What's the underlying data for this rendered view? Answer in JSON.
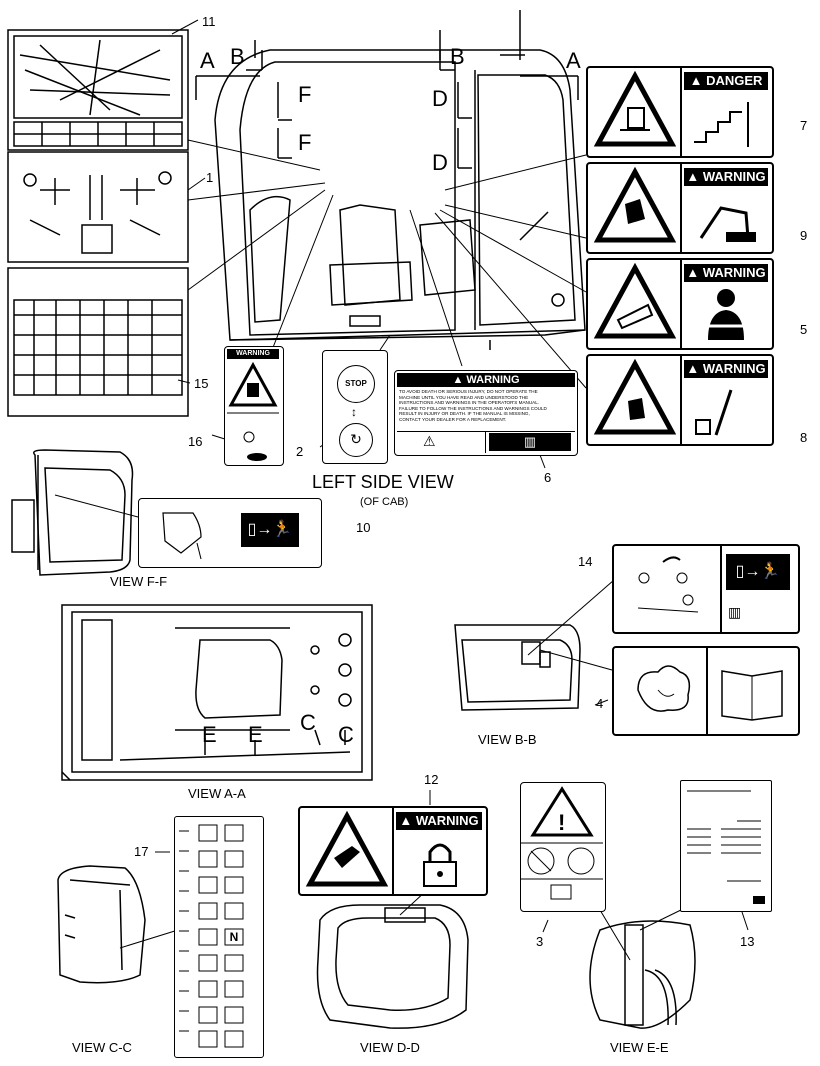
{
  "main_view": {
    "title": "LEFT SIDE VIEW",
    "subtitle": "(OF CAB)"
  },
  "section_letters": {
    "a_left": "A",
    "a_right": "A",
    "b_left": "B",
    "b_right": "B",
    "f_top": "F",
    "f_bottom": "F",
    "d_top": "D",
    "d_bottom": "D",
    "c_1": "C",
    "c_2": "C",
    "e_1": "E",
    "e_2": "E"
  },
  "view_labels": {
    "ff": "VIEW F-F",
    "aa": "VIEW A-A",
    "bb": "VIEW B-B",
    "cc": "VIEW C-C",
    "dd": "VIEW D-D",
    "ee": "VIEW E-E"
  },
  "callouts": {
    "n1": "1",
    "n2": "2",
    "n3": "3",
    "n4": "4",
    "n5": "5",
    "n6": "6",
    "n7": "7",
    "n8": "8",
    "n9": "9",
    "n10": "10",
    "n11": "11",
    "n12": "12",
    "n13": "13",
    "n14": "14",
    "n15": "15",
    "n16": "16",
    "n17": "17"
  },
  "decals": {
    "danger_header": "DANGER",
    "warning_header": "WARNING",
    "stop_text": "STOP",
    "neutral_letter": "N",
    "warning_body": [
      "TO AVOID DEATH OR SERIOUS INJURY, DO NOT OPERATE THE",
      "MACHINE UNTIL YOU HAVE READ AND UNDERSTOOD THE",
      "INSTRUCTIONS AND WARNINGS IN THE OPERATOR'S MANUAL.",
      "FAILURE TO FOLLOW THE INSTRUCTIONS AND WARNINGS COULD",
      "RESULT IN INJURY OR DEATH. IF THE MANUAL IS MISSING,",
      "CONTACT YOUR DEALER FOR A REPLACEMENT."
    ]
  }
}
